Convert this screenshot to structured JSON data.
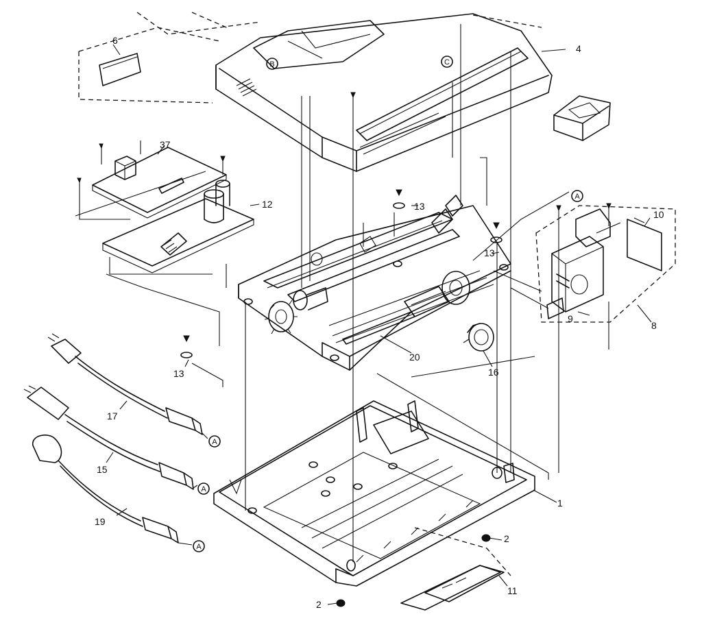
{
  "labels": {
    "p1": "1",
    "p2a": "2",
    "p2b": "2",
    "p4": "4",
    "p6": "6",
    "p8": "8",
    "p9": "9",
    "p10": "10",
    "p11": "11",
    "p12": "12",
    "p13a": "13",
    "p13b": "13",
    "p13c": "13",
    "p15": "15",
    "p16": "16",
    "p17": "17",
    "p19": "19",
    "p20": "20",
    "p37": "37"
  },
  "callouts": {
    "b_top": "B",
    "c_top": "C",
    "a_trans": "A",
    "a_cord17": "A",
    "a_cord15": "A",
    "a_cord19": "A"
  }
}
